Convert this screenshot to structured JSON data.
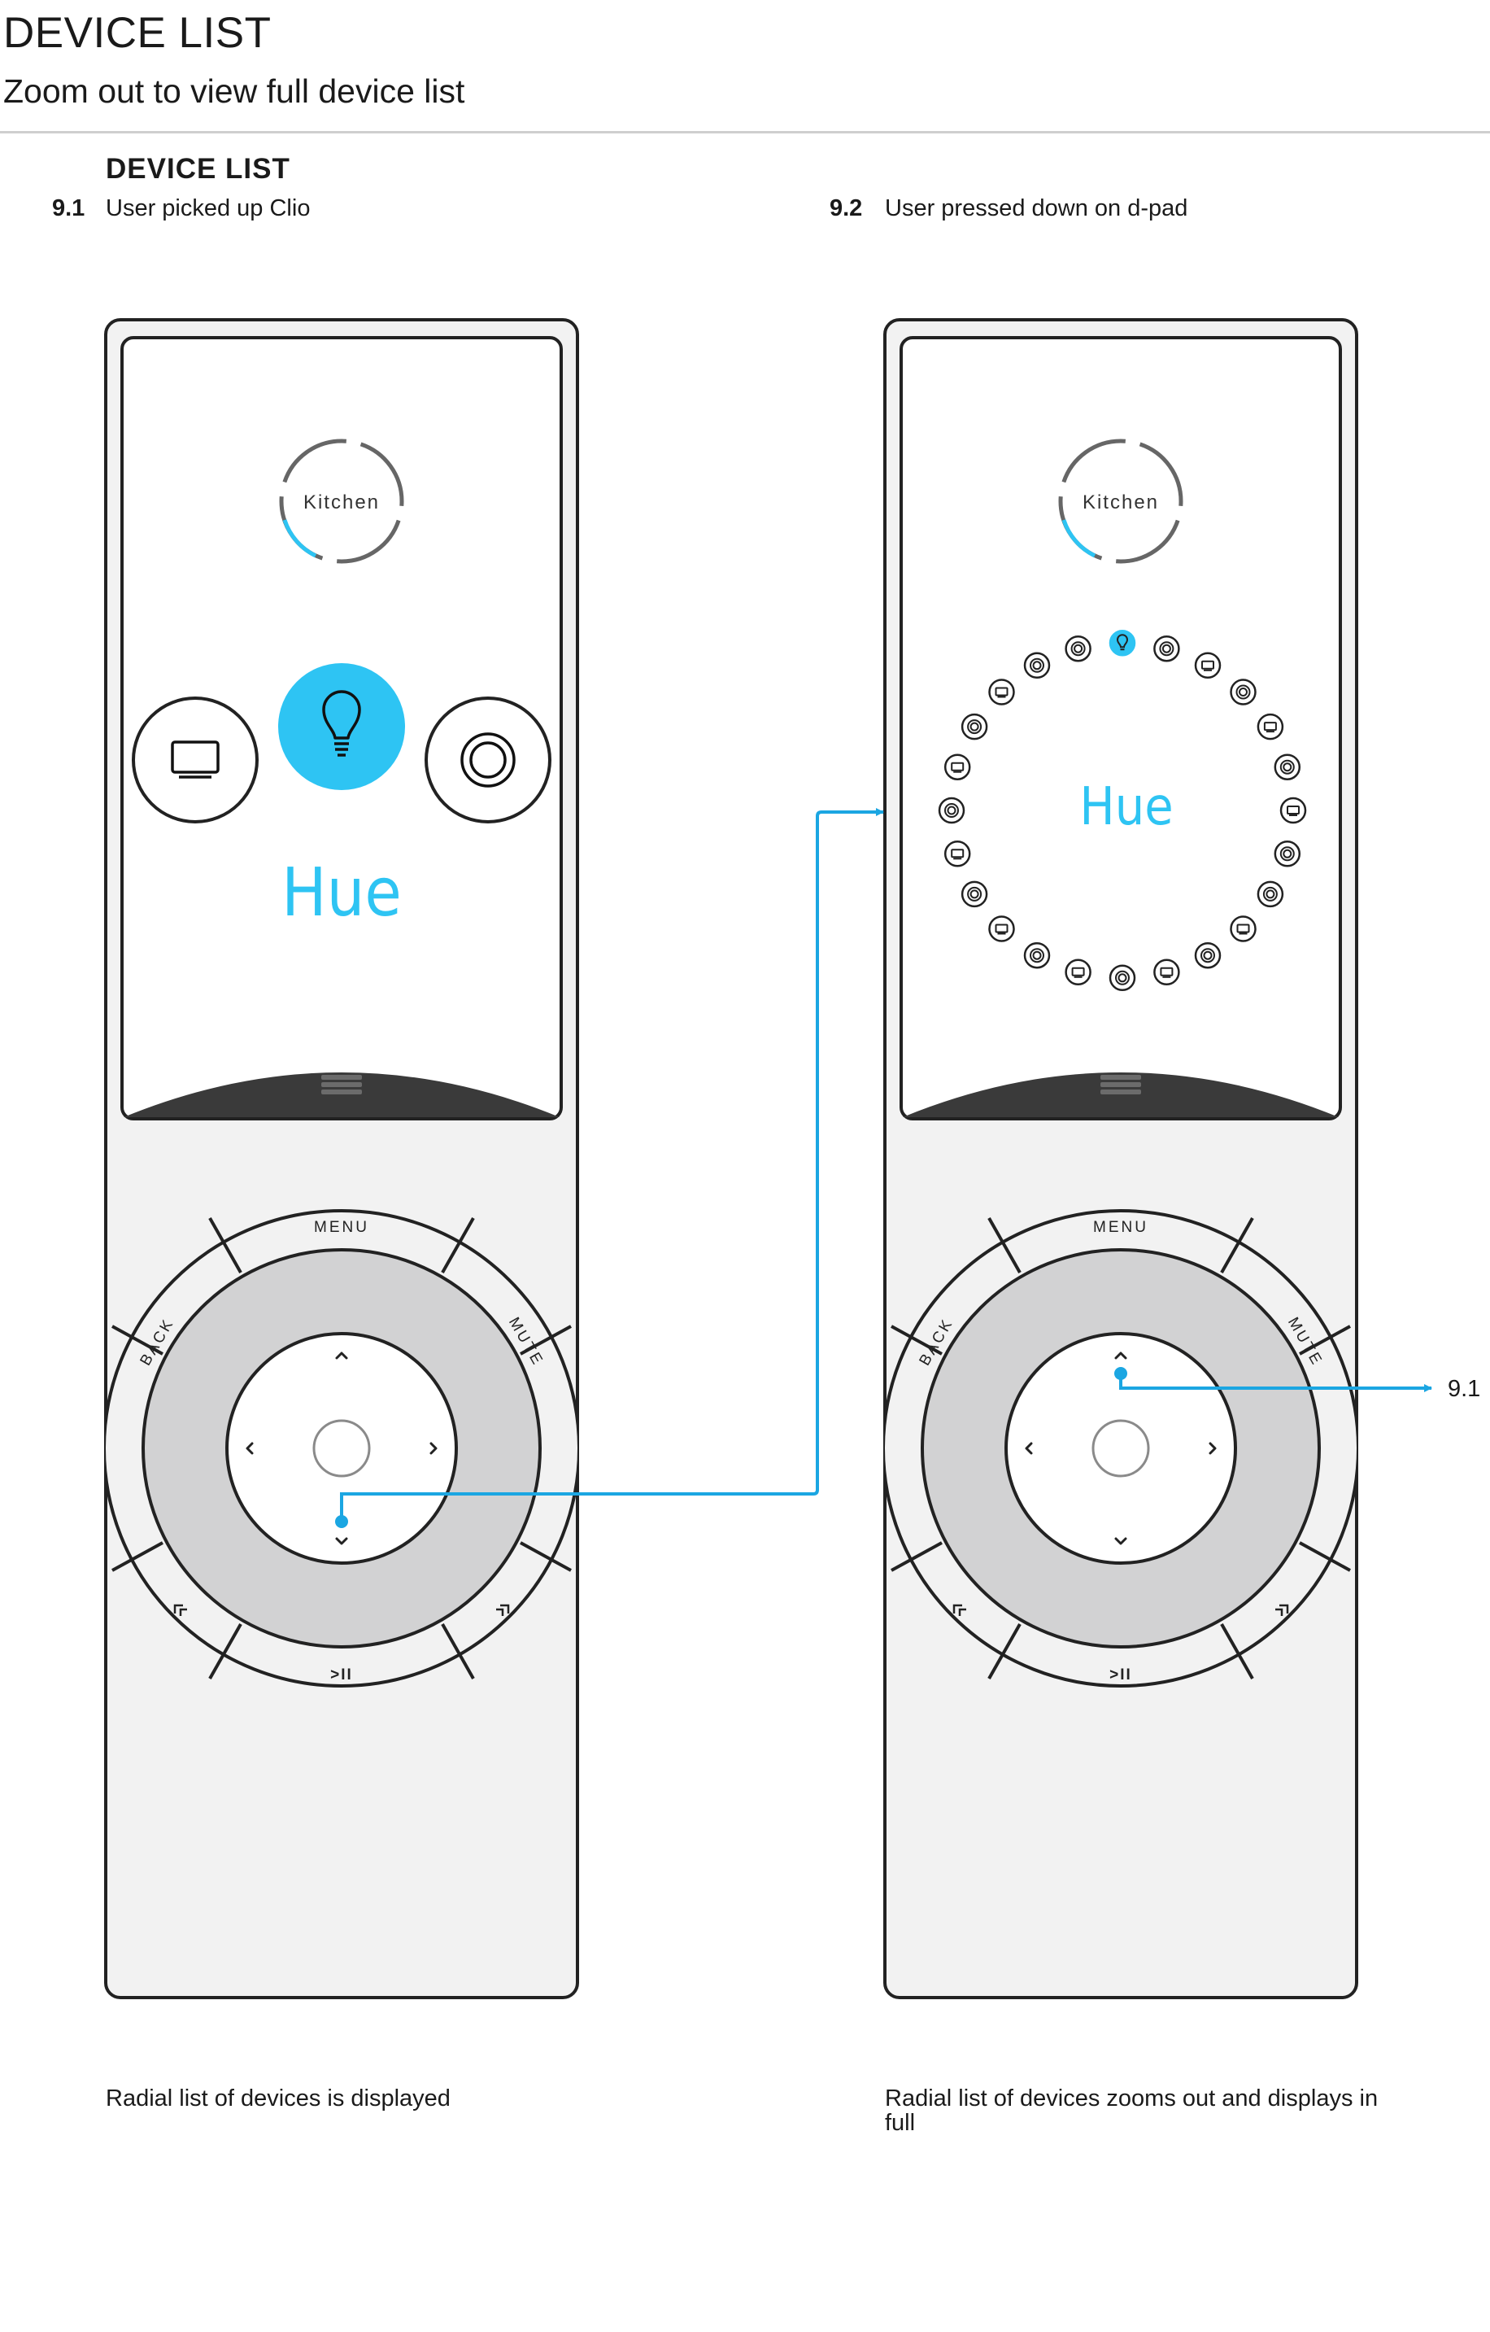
{
  "header": {
    "title": "DEVICE LIST",
    "subtitle": "Zoom out to view full device list"
  },
  "section": {
    "title": "DEVICE LIST"
  },
  "steps": [
    {
      "number": "9.1",
      "description": "User picked up Clio",
      "caption": "Radial list of devices is displayed",
      "screen": {
        "room": "Kitchen",
        "device_name": "Hue"
      }
    },
    {
      "number": "9.2",
      "description": "User pressed down on d-pad",
      "caption": "Radial list of devices zooms out and displays in full",
      "screen": {
        "room": "Kitchen",
        "device_name": "Hue"
      }
    }
  ],
  "remote_buttons": {
    "menu": "MENU",
    "back": "BACK",
    "mute": "MUTE",
    "play_pause": ">II"
  },
  "connector_target": "9.1",
  "colors": {
    "accent": "#2ec4f3",
    "arrow": "#1ba6e2",
    "body": "#f2f2f2",
    "outline": "#222222",
    "ring": "#d2d2d3",
    "dock": "#3a3a3a"
  },
  "icons": [
    "tv-icon",
    "lightbulb-icon",
    "speaker-icon"
  ]
}
